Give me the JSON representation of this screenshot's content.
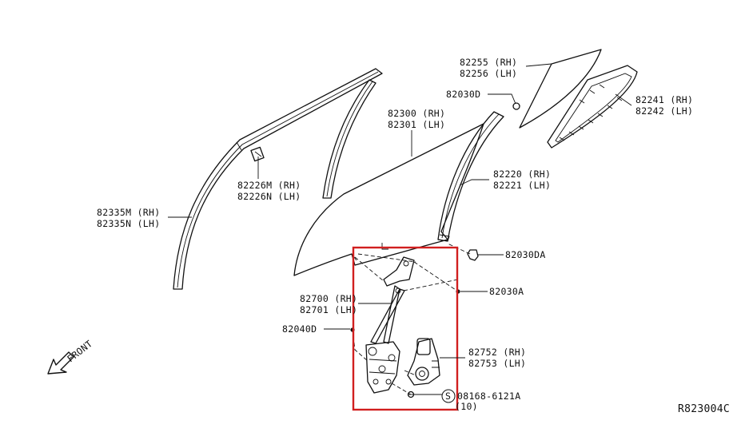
{
  "diagram": {
    "code": "R823004C",
    "direction": "FRONT",
    "highlight_color": "#d11f1f",
    "callouts": {
      "c82255": [
        "82255 (RH)",
        "82256 (LH)"
      ],
      "c82030D": [
        "82030D"
      ],
      "c82241": [
        "82241 (RH)",
        "82242 (LH)"
      ],
      "c82300": [
        "82300 (RH)",
        "82301 (LH)"
      ],
      "c82226": [
        "82226M (RH)",
        "82226N (LH)"
      ],
      "c82335": [
        "82335M (RH)",
        "82335N (LH)"
      ],
      "c82220": [
        "82220 (RH)",
        "82221 (LH)"
      ],
      "c82030DA": [
        "82030DA"
      ],
      "c82030A": [
        "82030A"
      ],
      "c82700": [
        "82700 (RH)",
        "82701 (LH)"
      ],
      "c82040D": [
        "82040D"
      ],
      "c82752": [
        "82752 (RH)",
        "82753 (LH)"
      ],
      "c08168": [
        "08168-6121A",
        "(10)"
      ],
      "screw_symbol": "S"
    }
  }
}
